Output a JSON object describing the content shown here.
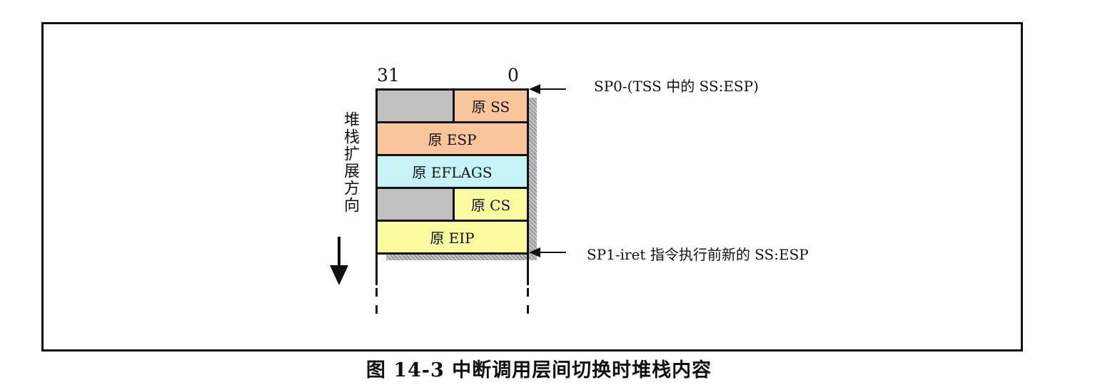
{
  "diagram": {
    "bit_high": "31",
    "bit_low": "0",
    "rows": [
      {
        "label": "原 SS",
        "color": "#f9c69c",
        "padded": true
      },
      {
        "label": "原 ESP",
        "color": "#f9c69c",
        "padded": false
      },
      {
        "label": "原 EFLAGS",
        "color": "#c6f3f6",
        "padded": false
      },
      {
        "label": "原 CS",
        "color": "#fafa9e",
        "padded": true
      },
      {
        "label": "原 EIP",
        "color": "#fafa9e",
        "padded": false
      }
    ],
    "pad_color": "#c0c0c0",
    "direction_label": "堆栈扩展方向",
    "sp0_label": "SP0-(TSS 中的 SS:ESP)",
    "sp1_label": "SP1-iret 指令执行前新的 SS:ESP"
  },
  "caption": "图 14-3 中断调用层间切换时堆栈内容"
}
